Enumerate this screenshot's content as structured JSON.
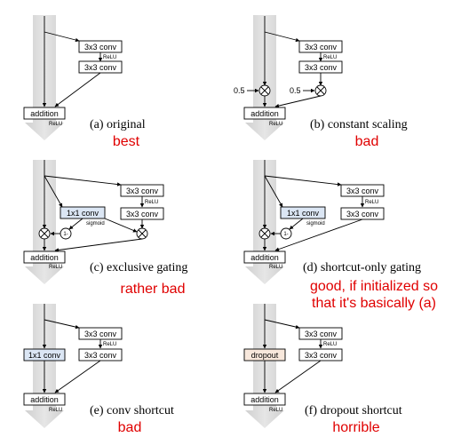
{
  "colors": {
    "verdict": "#e00000",
    "trunk": "#d9d9d9",
    "gate_box": "#dbe6f4",
    "dropout_box": "#f8e8dc"
  },
  "labels": {
    "conv3": "3x3 conv",
    "conv1": "1x1 conv",
    "relu": "ReLU",
    "addition": "addition",
    "sigmoid": "sigmoid",
    "dropout": "dropout",
    "half": "0.5",
    "one_minus": "1-"
  },
  "panels": [
    {
      "caption": "(a) original",
      "verdict": [
        "best"
      ]
    },
    {
      "caption": "(b) constant scaling",
      "verdict": [
        "bad"
      ]
    },
    {
      "caption": "(c) exclusive gating",
      "verdict": [
        "rather bad"
      ]
    },
    {
      "caption": "(d) shortcut-only gating",
      "verdict": [
        "good, if initialized so",
        "that it's basically (a)"
      ]
    },
    {
      "caption": "(e) conv shortcut",
      "verdict": [
        "bad"
      ]
    },
    {
      "caption": "(f) dropout shortcut",
      "verdict": [
        "horrible"
      ]
    }
  ]
}
